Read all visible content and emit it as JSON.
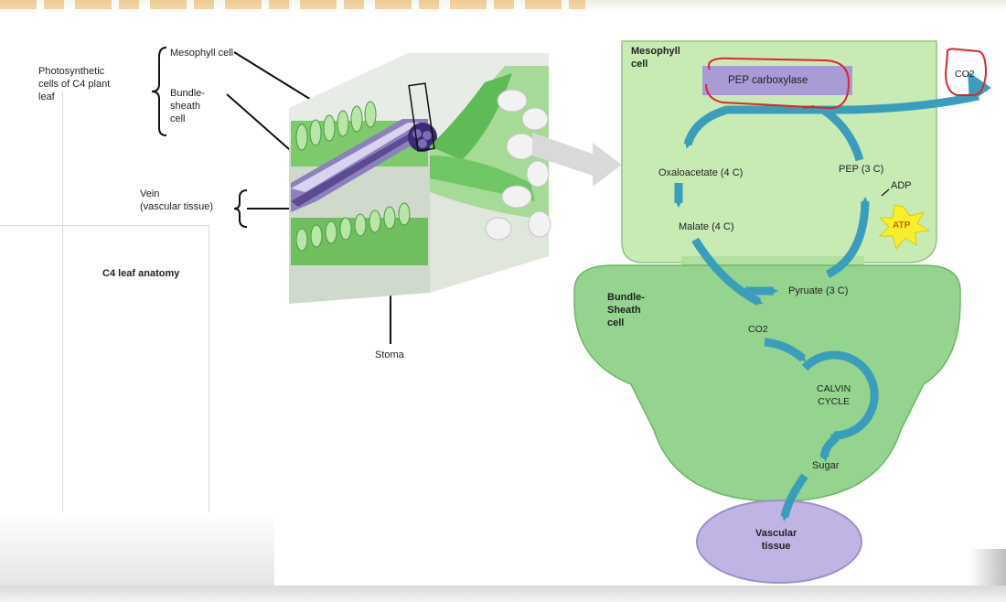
{
  "leaf_anatomy": {
    "photosynthetic_label": "Photosynthetic\ncells of C4 plant\nleaf",
    "mesophyll_label": "Mesophyll cell",
    "bundle_sheath_label": "Bundle-\nsheath\ncell",
    "vein_label": "Vein\n(vascular tissue)",
    "stoma_label": "Stoma",
    "caption": "C4 leaf anatomy"
  },
  "pathway": {
    "mesophyll_cell": "Mesophyll\ncell",
    "enzyme": "PEP carboxylase",
    "co2_in": "CO2",
    "oxaloacetate": "Oxaloacetate (4 C)",
    "pep": "PEP (3 C)",
    "adp": "ADP",
    "atp": "ATP",
    "malate": "Malate (4 C)",
    "bundle_sheath_cell": "Bundle-\nSheath\ncell",
    "pyruvate": "Pyruate (3 C)",
    "co2_released": "CO2",
    "calvin_cycle": "CALVIN\nCYCLE",
    "sugar": "Sugar",
    "vascular_tissue": "Vascular\ntissue"
  },
  "colors": {
    "mesophyll_fill": "#c8ebb4",
    "bundle_sheath_fill": "#94d48e",
    "arrow": "#3a9dbc",
    "enzyme_box": "#a89bd6",
    "vascular_fill": "#bfb4e4",
    "atp_star": "#f6ef2a",
    "annotation_red": "#e0232b"
  }
}
